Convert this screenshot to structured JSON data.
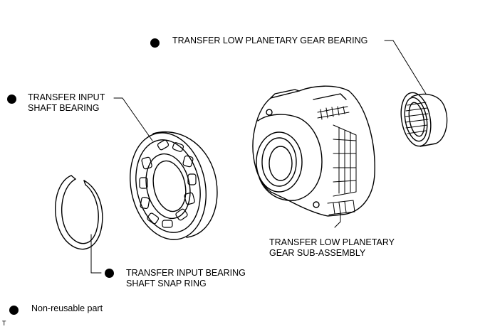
{
  "labels": {
    "low_planetary_gear_bearing": "TRANSFER LOW PLANETARY GEAR BEARING",
    "input_shaft_bearing_line1": "TRANSFER INPUT",
    "input_shaft_bearing_line2": "SHAFT BEARING",
    "sub_assembly_line1": "TRANSFER LOW PLANETARY",
    "sub_assembly_line2": "GEAR SUB-ASSEMBLY",
    "snap_ring_line1": "TRANSFER INPUT BEARING",
    "snap_ring_line2": "SHAFT SNAP RING"
  },
  "legend": {
    "non_reusable": "Non-reusable part"
  },
  "corner_mark": "T",
  "colors": {
    "line": "#000000",
    "background": "#ffffff"
  },
  "icons": {
    "non_reusable_marker": "filled-circle"
  }
}
